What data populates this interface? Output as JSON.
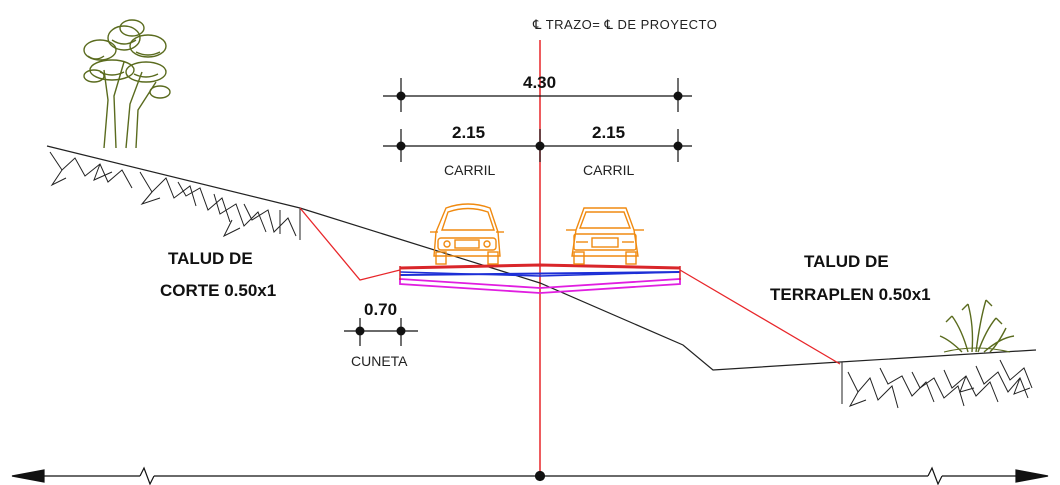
{
  "header": {
    "centerline_note": "℄ TRAZO= ℄ DE PROYECTO"
  },
  "dimensions": {
    "total_width": "4.30",
    "lane_left_width": "2.15",
    "lane_right_width": "2.15",
    "lane_left_label": "CARRIL",
    "lane_right_label": "CARRIL",
    "ditch_width": "0.70",
    "ditch_label": "CUNETA"
  },
  "slopes": {
    "cut_line1": "TALUD DE",
    "cut_line2": "CORTE 0.50x1",
    "fill_line1": "TALUD DE",
    "fill_line2": "TERRAPLEN 0.50x1"
  },
  "colors": {
    "centerline": "#e8262a",
    "slope_line": "#e8262a",
    "pavement_top": "#d9262a",
    "pavement_blue": "#1d2fd6",
    "pavement_magenta": "#e01ee0",
    "vehicle": "#f08a10",
    "tree": "#5a6b1e",
    "ground": "#222222"
  },
  "icons": {
    "left_vehicle": "car-rear-view-icon",
    "right_vehicle": "car-front-view-icon",
    "tree": "tree-icon",
    "shrub": "shrub-icon"
  }
}
